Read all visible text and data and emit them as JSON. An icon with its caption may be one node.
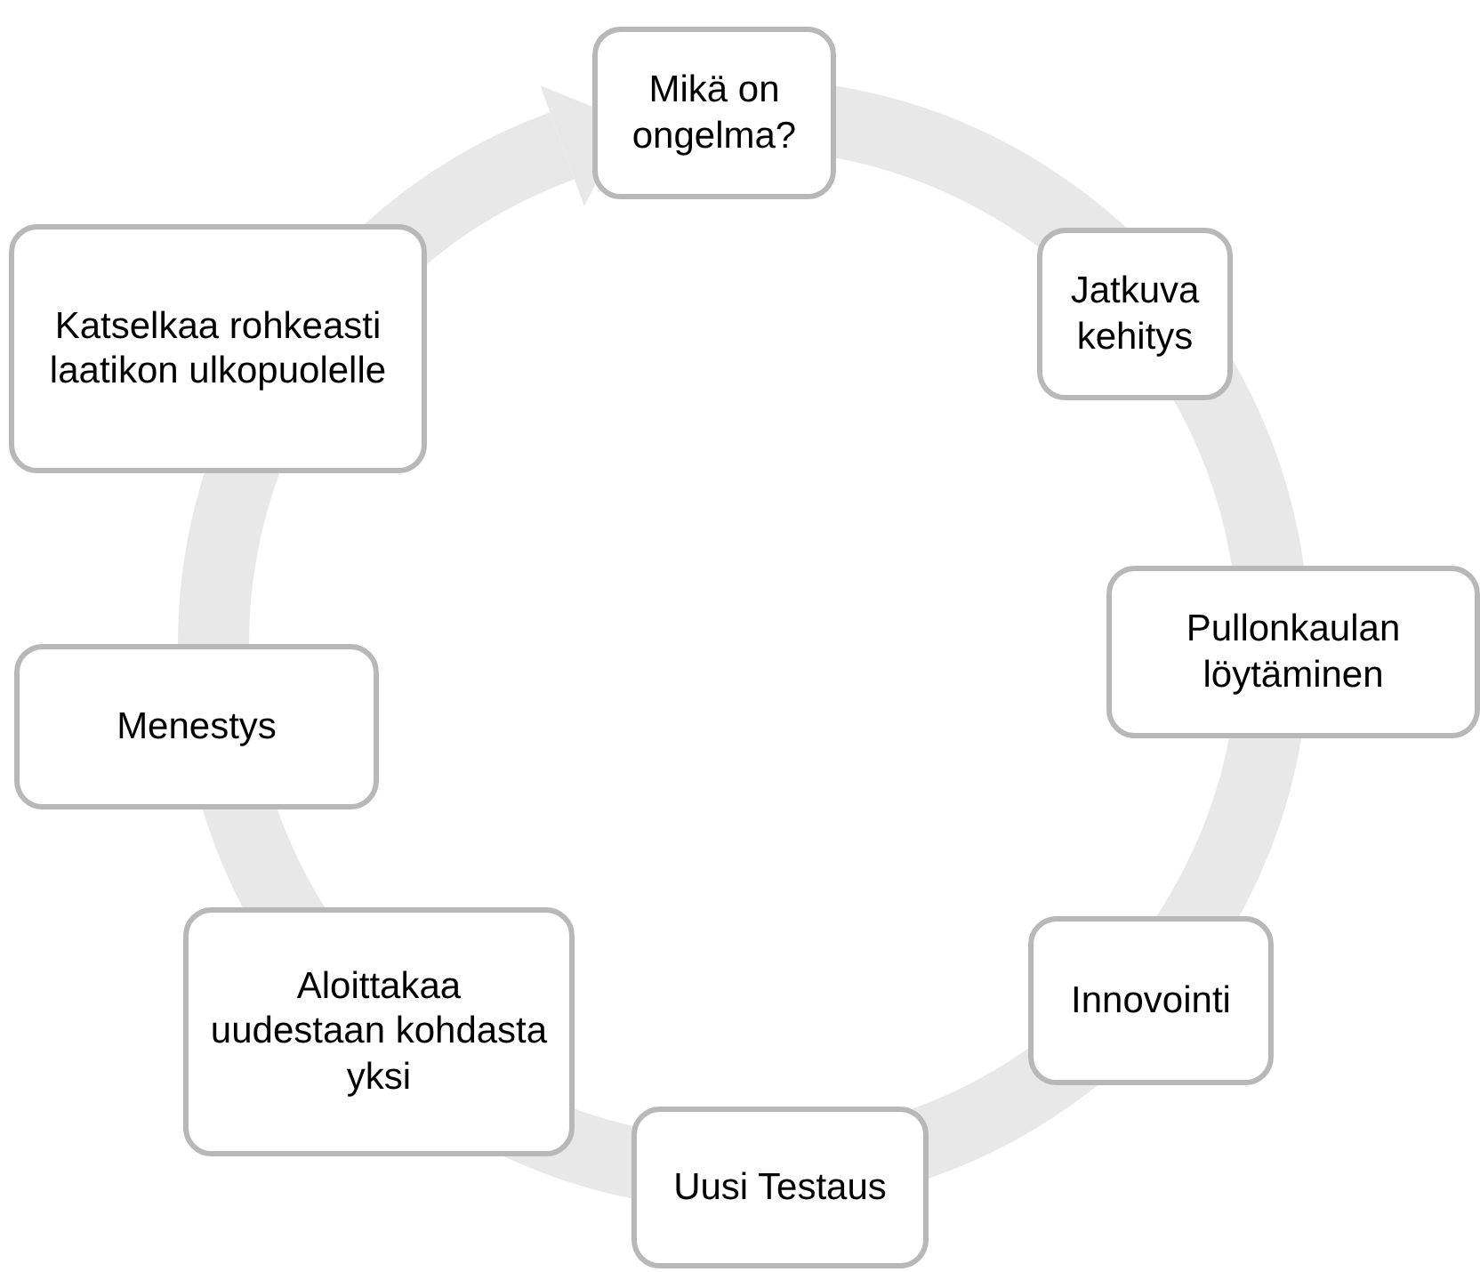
{
  "diagram": {
    "nodes": [
      {
        "text": [
          "Mikä on ongelma?"
        ]
      },
      {
        "text": [
          "Jatkuva kehitys"
        ]
      },
      {
        "text": [
          "Pullonkaulan löytäminen"
        ]
      },
      {
        "text": [
          "Innovointi"
        ]
      },
      {
        "text": [
          "Uusi Testaus"
        ]
      },
      {
        "text": [
          "Aloittakaa uudestaan kohdasta yksi"
        ]
      },
      {
        "text": [
          "Menestys"
        ]
      },
      {
        "text": [
          "Katselkaa rohkeasti laatikon ulkopuolelle"
        ]
      }
    ]
  }
}
